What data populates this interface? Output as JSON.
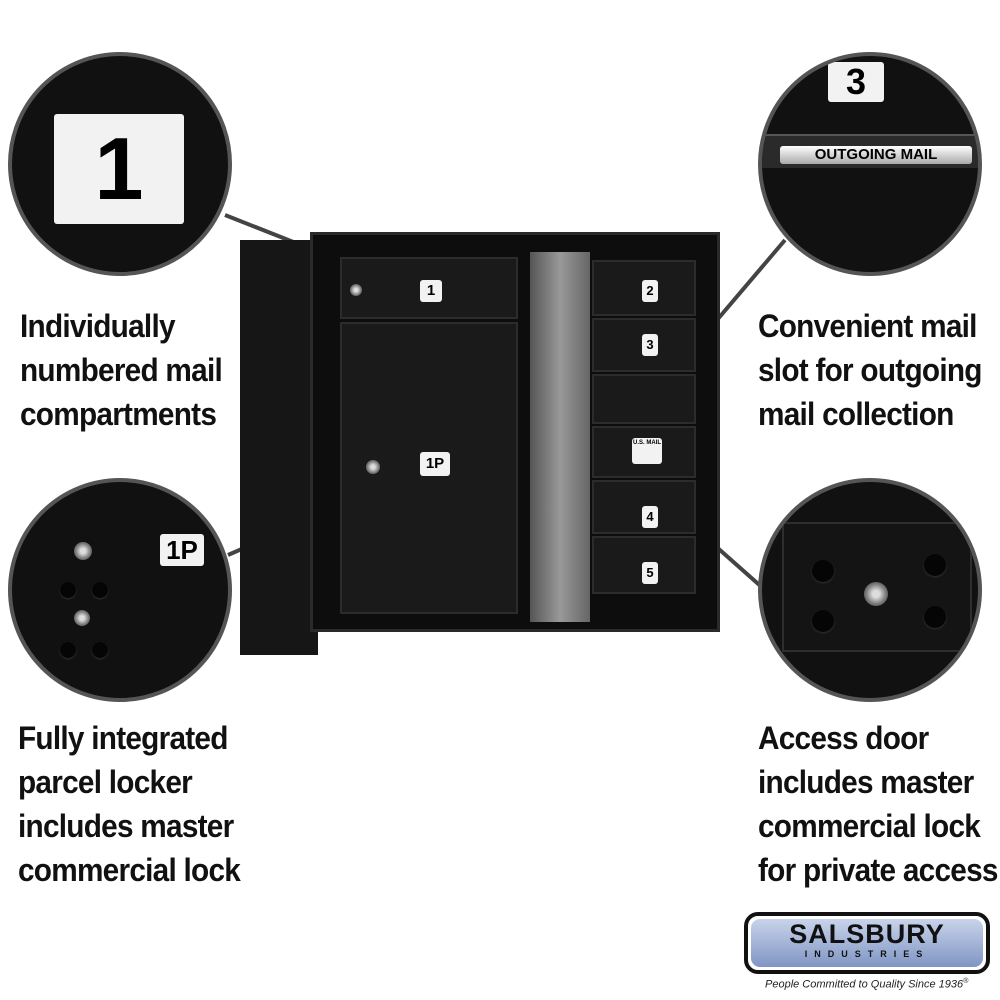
{
  "callouts": {
    "top_left": [
      "Individually",
      "numbered mail",
      "compartments"
    ],
    "bottom_left": [
      "Fully integrated",
      "parcel locker",
      "includes master",
      "commercial lock"
    ],
    "top_right": [
      "Convenient mail",
      "slot for outgoing",
      "mail collection"
    ],
    "bottom_right": [
      "Access door",
      "includes master",
      "commercial lock",
      "for private access"
    ]
  },
  "zoom_labels": {
    "compartment": "1",
    "parcel": "1P",
    "top_right_number": "3",
    "outgoing": "OUTGOING MAIL"
  },
  "mailbox_labels": {
    "c1": "1",
    "p1": "1P",
    "c2": "2",
    "c3": "3",
    "c4": "4",
    "c5": "5",
    "usmail": "U.S. MAIL"
  },
  "logo": {
    "name": "SALSBURY",
    "sub": "INDUSTRIES",
    "tagline": "People Committed to Quality Since 1936",
    "reg": "®"
  }
}
